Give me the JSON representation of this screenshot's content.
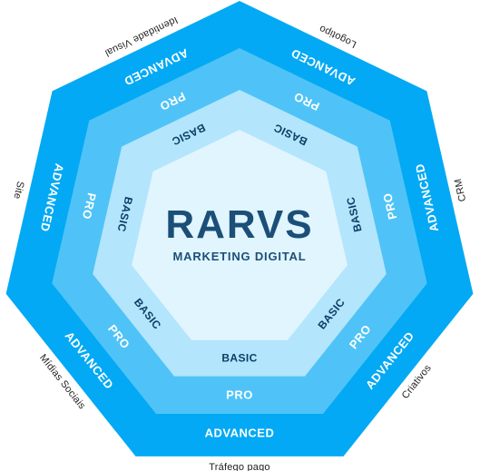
{
  "brand": {
    "name": "RARVS",
    "tagline": "MARKETING DIGITAL"
  },
  "colors": {
    "advanced": "#03a9f4",
    "pro": "#4fc3f7",
    "basic": "#b3e5fc",
    "core": "#e1f5fe",
    "basic_text": "#0b3f66",
    "brand_text": "#1b4f78"
  },
  "levels": {
    "advanced": "ADVANCED",
    "pro": "PRO",
    "basic": "BASIC"
  },
  "segments": [
    "Tráfego pago",
    "Mídias Sociais",
    "Site",
    "Identidade Visual",
    "Logotipo",
    "CRM",
    "Criativos"
  ]
}
